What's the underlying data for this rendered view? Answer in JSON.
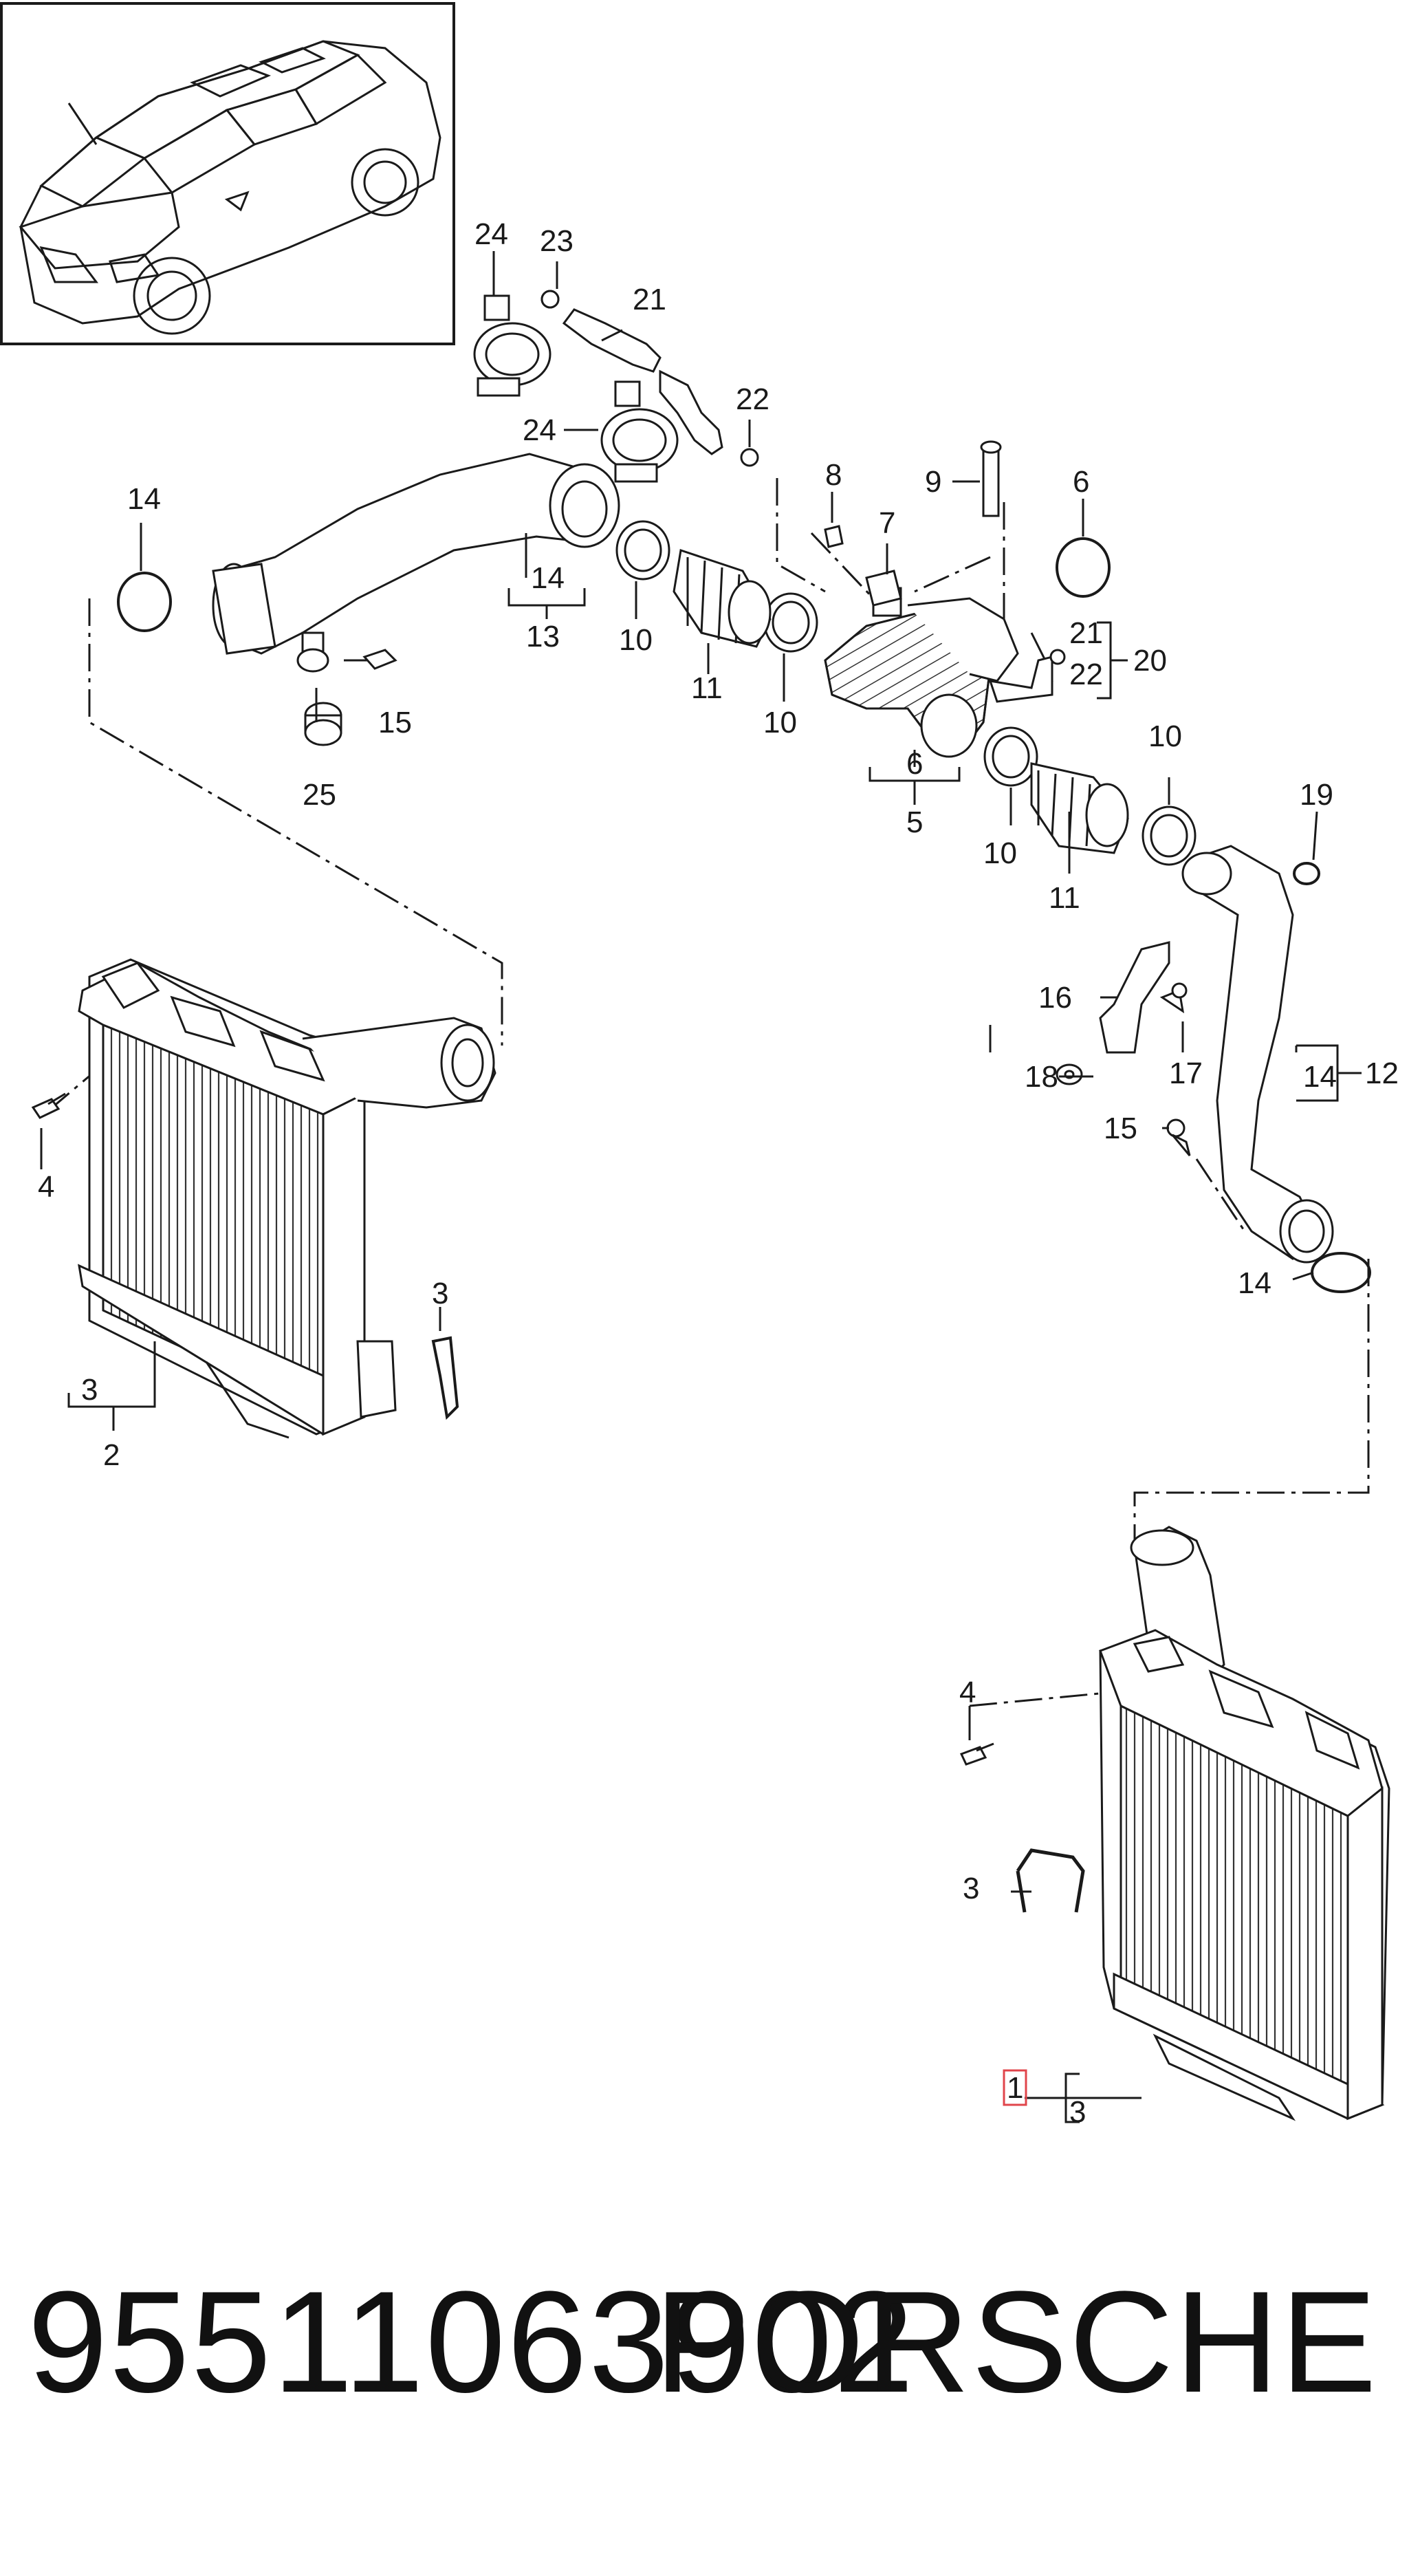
{
  "callouts": {
    "c1": "1",
    "c2": "2",
    "c3": "3",
    "c4": "4",
    "c5": "5",
    "c6": "6",
    "c7": "7",
    "c8": "8",
    "c9": "9",
    "c10": "10",
    "c11": "11",
    "c12": "12",
    "c13": "13",
    "c14": "14",
    "c15": "15",
    "c16": "16",
    "c17": "17",
    "c18": "18",
    "c19": "19",
    "c20": "20",
    "c21": "21",
    "c22": "22",
    "c23": "23",
    "c24": "24",
    "c25": "25"
  },
  "highlighted_callout": "1",
  "footer": {
    "part_number": "95511063902",
    "brand": "PORSCHE"
  },
  "colors": {
    "line": "#1a1a1a",
    "highlight": "#e0454b",
    "background": "#ffffff"
  }
}
